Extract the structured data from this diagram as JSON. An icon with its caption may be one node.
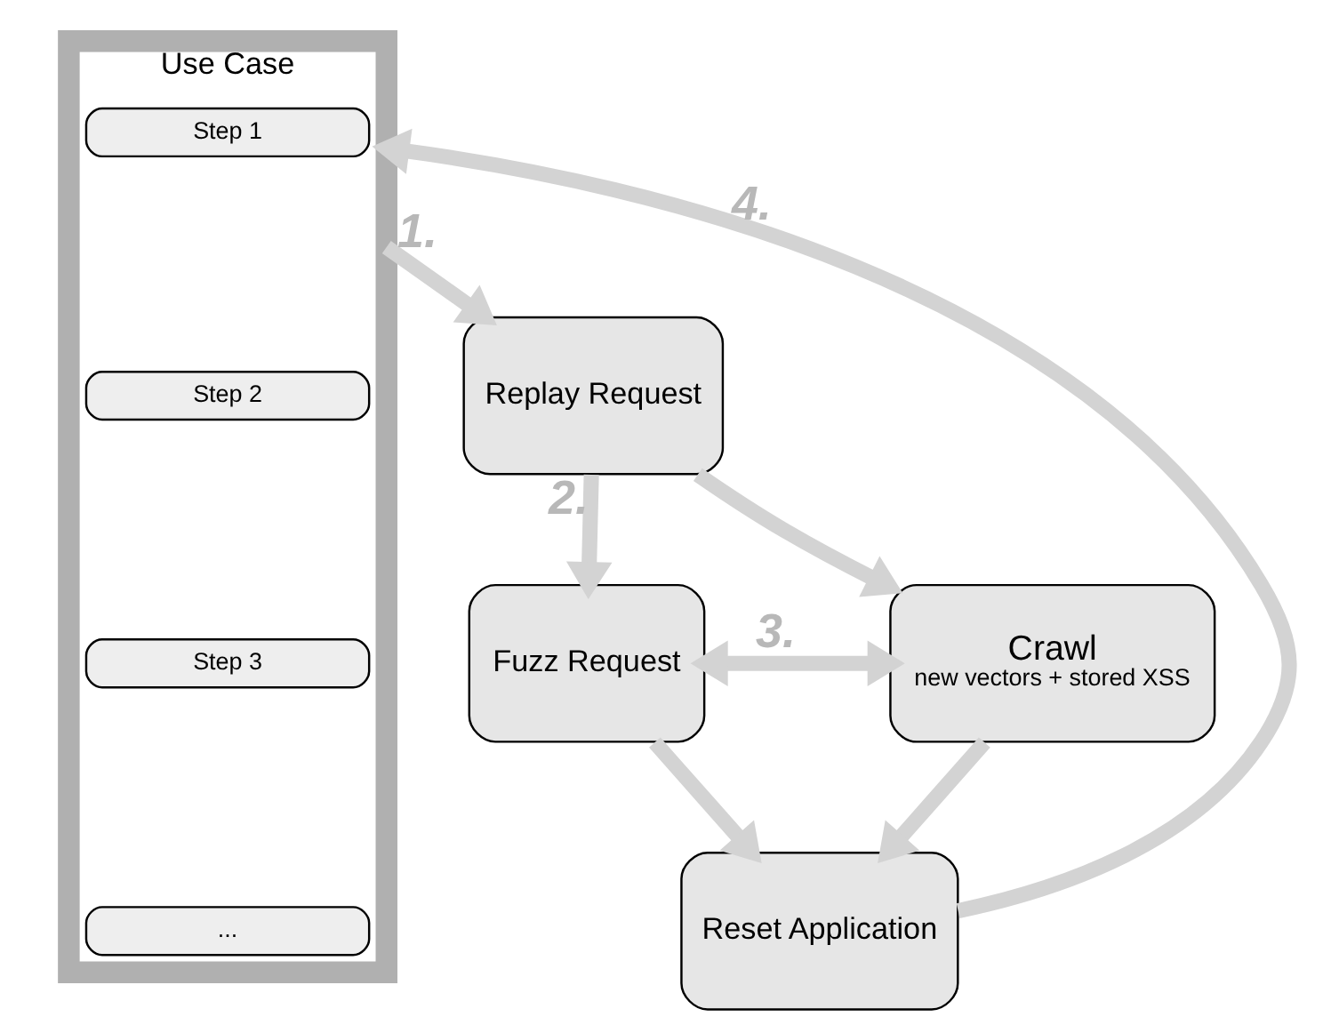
{
  "diagram": {
    "nodes": [
      {
        "text": [
          "Use Case"
        ]
      },
      {
        "text": [
          "Step 1"
        ],
        "in": 0
      },
      {
        "text": [
          "Step 2"
        ],
        "in": 0
      },
      {
        "text": [
          "Step 3"
        ],
        "in": 0
      },
      {
        "text": [
          "..."
        ],
        "in": 0
      },
      {
        "text": [
          "Replay Request"
        ]
      },
      {
        "text": [
          "Fuzz Request"
        ]
      },
      {
        "text": [
          "Crawl",
          "new vectors + stored XSS"
        ]
      },
      {
        "text": [
          "Reset Application"
        ]
      }
    ],
    "edges": [
      {
        "from": 0,
        "to": 5,
        "arrow": "to",
        "label": "1."
      },
      {
        "from": 5,
        "to": 6,
        "arrow": "to",
        "label": "2."
      },
      {
        "from": 5,
        "to": 7,
        "arrow": "to"
      },
      {
        "from": 6,
        "to": 7,
        "arrow": "both",
        "label": "3."
      },
      {
        "from": 6,
        "to": 8,
        "arrow": "to"
      },
      {
        "from": 7,
        "to": 8,
        "arrow": "to"
      },
      {
        "from": 8,
        "to": 0,
        "arrow": "to",
        "label": "4."
      }
    ]
  }
}
